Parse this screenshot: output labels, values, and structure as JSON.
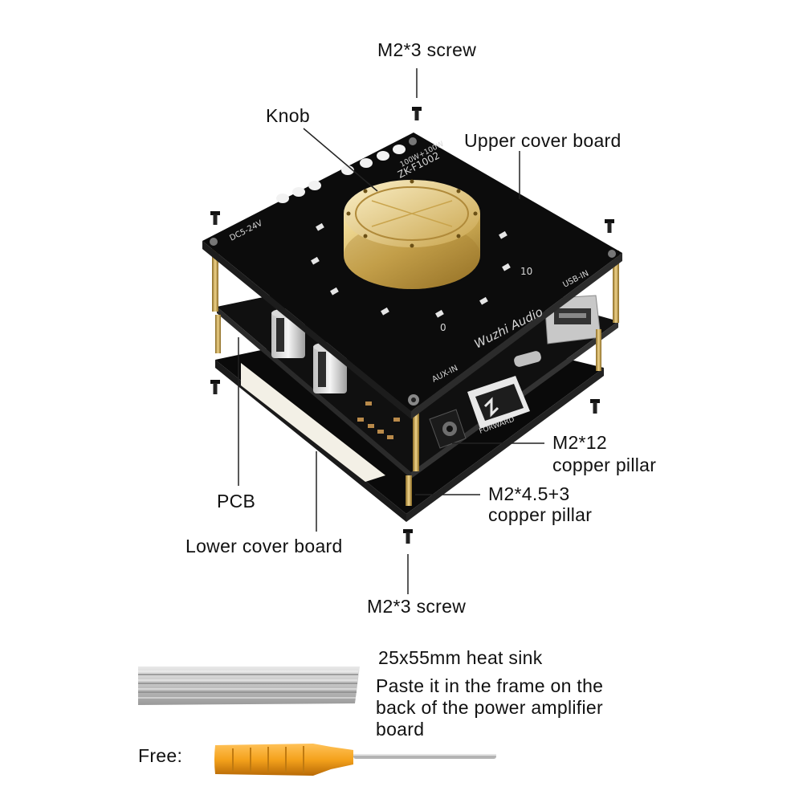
{
  "labels": {
    "top_screw": "M2*3 screw",
    "knob": "Knob",
    "upper_cover": "Upper cover board",
    "pillar_12_line1": "M2*12",
    "pillar_12_line2": "copper pillar",
    "pcb": "PCB",
    "pillar_45_line1": "M2*4.5+3",
    "pillar_45_line2": "copper pillar",
    "lower_cover": "Lower cover board",
    "bottom_screw": "M2*3 screw",
    "heatsink_title": "25x55mm heat sink",
    "heatsink_desc_1": "Paste it in the frame on the",
    "heatsink_desc_2": "back of the power amplifier",
    "heatsink_desc_3": "board",
    "free": "Free:"
  },
  "board_print": {
    "model": "ZK-F1002",
    "power": "100W+100W",
    "voltage": "DC5-24V",
    "usb": "USB-IN",
    "aux": "AUX-IN",
    "brand": "Wuzhi Audio",
    "scale_min": "0",
    "scale_max": "10",
    "forward": "FORWARD"
  },
  "colors": {
    "board": "#0c0c0c",
    "knob_gold": "#d4b25a",
    "pillar_brass": "#c9a04a",
    "screwdriver_orange": "#f4a21c",
    "heatsink_silver": "#c8c8c8"
  }
}
